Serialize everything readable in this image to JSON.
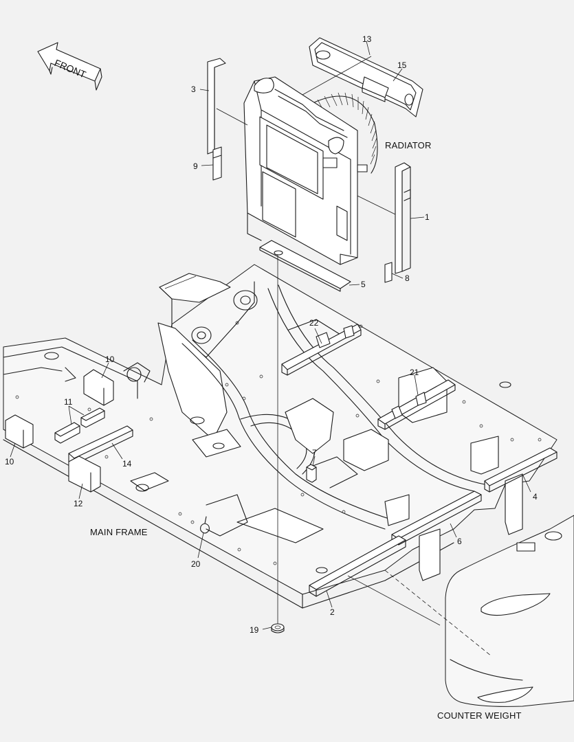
{
  "direction_label": "FRONT",
  "assembly_labels": {
    "radiator": "RADIATOR",
    "main_frame": "MAIN FRAME",
    "counter_weight": "COUNTER WEIGHT"
  },
  "callouts": [
    "1",
    "2",
    "3",
    "4",
    "5",
    "6",
    "7",
    "8",
    "9",
    "10",
    "10",
    "11",
    "12",
    "13",
    "14",
    "15",
    "19",
    "20",
    "21",
    "22"
  ]
}
